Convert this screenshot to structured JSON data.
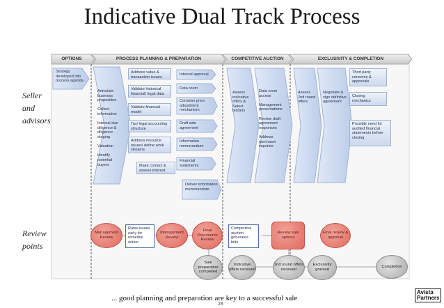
{
  "title": "Indicative Dual Track Process",
  "side_labels": {
    "seller": "Seller and advisors",
    "review": "Review points"
  },
  "phases": [
    "OPTIONS",
    "PROCESS PLANNING & PREPARATION",
    "COMPETITIVE AUCTION",
    "EXCLUSIVITY & COMPLETION"
  ],
  "options_arrow": "Strategy developed into process agenda",
  "planning_chevron": "Articulate business proposition\n\nCollect information\n\nInternal due diligence & diligence staging\n\nValuation\n\nIdentify potential buyers",
  "planning_boxes": {
    "address_value": "Address value & transaction issues",
    "validate_historical": "Validate historical financial/ legal data",
    "validate_model": "Validate financial model",
    "tax_legal": "Tax/ legal accounting structure",
    "address_resource": "Address resource issues/ define work streams",
    "make_contact": "Make contact & assess interest",
    "internal_approval": "Internal approval",
    "data_room": "Data room",
    "consider_price": "Consider price adjustment mechanism",
    "draft_sale": "Draft sale agreement",
    "info_memo": "Information memorandum",
    "financial_statements": "Financial statements",
    "deliver_memo": "Deliver information memorandum"
  },
  "auction": {
    "assess_offers": "Assess indicative offers & Select bidders",
    "data_room_access": "Data room access\n\nManagement presentations\n\nReview draft agreement responses\n\nAddress purchaser inquiries"
  },
  "exclusivity": {
    "assess_2nd": "Assess 2nd round offers",
    "negotiate": "Negotiate & sign definitive agreement",
    "third_party": "Third party consents & approvals",
    "closing": "Closing mechanics",
    "audited": "Possible need for audited financial statements before closing"
  },
  "review_points": {
    "mgmt_review_1": "Management Review",
    "raise_issues": "Raise issues early for remedial action",
    "mgmt_review_2": "Management Review",
    "final_docs": "Final Documents Review",
    "sale_prep": "Sale preparation completed",
    "competitive_auction": "Competitive auction generates bids",
    "indicative_offers": "Indicative offers received",
    "review_sale_options": "Review sale options",
    "second_round": "2nd round offers received",
    "final_review": "Final review & approval",
    "exclusivity_granted": "Exclusivity granted",
    "completion": "Completion"
  },
  "footer": "... good planning and preparation are key to a successful sale",
  "page_number": "28",
  "logo": {
    "line1": "Avista",
    "line2": "Partners"
  },
  "colors": {
    "chevron": "#cfdcf0",
    "red_circle": "#e06a5d",
    "grey_circle": "#a8a8a8",
    "phase_bar": "#d9d9d9"
  }
}
